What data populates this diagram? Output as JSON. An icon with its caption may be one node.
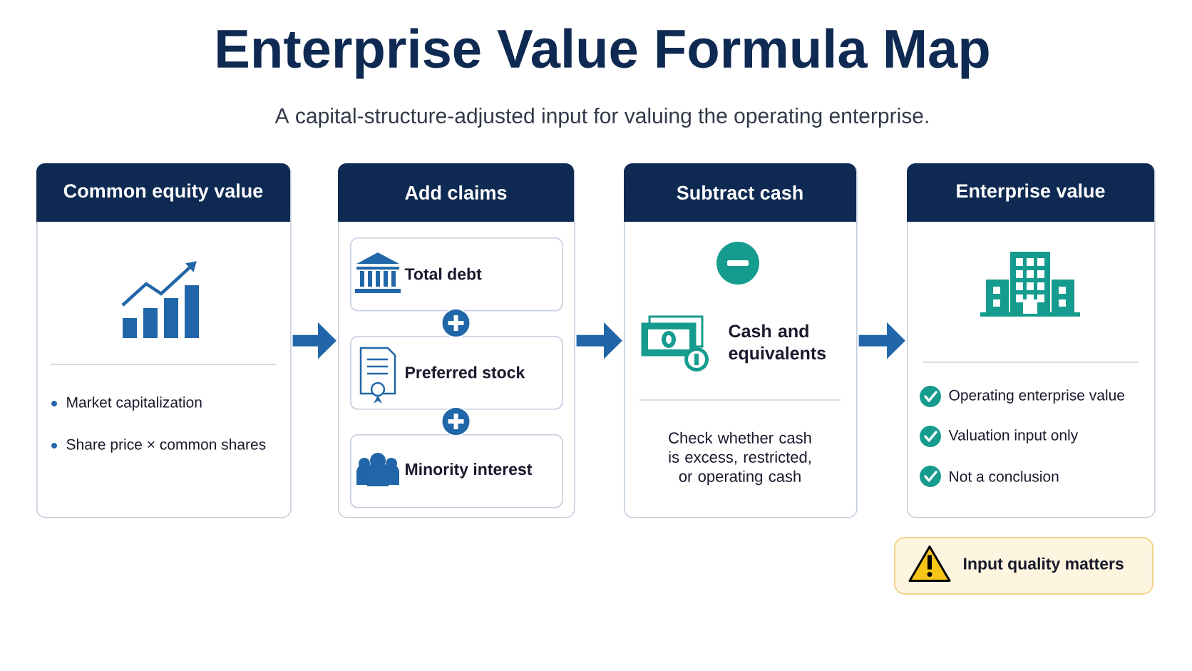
{
  "diagram": {
    "title": "Enterprise Value Formula Map",
    "caption": "A capital-structure-adjusted input for valuing the operating enterprise.",
    "nodes": [
      {
        "text": [
          "Common equity value",
          "Market capitalization",
          "Share price × common shares"
        ]
      },
      {
        "text": [
          "Add claims"
        ]
      },
      {
        "text": [
          "Total debt"
        ],
        "in": 1
      },
      {
        "text": [
          "Preferred stock"
        ],
        "in": 1
      },
      {
        "text": [
          "Minority interest"
        ],
        "in": 1
      },
      {
        "text": [
          "Subtract cash",
          "Cash and equivalents",
          "Check whether cash is excess, restricted, or operating cash"
        ]
      },
      {
        "text": [
          "Enterprise value",
          "Operating enterprise value",
          "Valuation input only",
          "Not a conclusion"
        ]
      },
      {
        "text": [
          "Input quality matters"
        ]
      }
    ],
    "edges": [
      {
        "from": 0,
        "to": 1,
        "arrow": "to"
      },
      {
        "from": 1,
        "to": 5,
        "arrow": "to"
      },
      {
        "from": 5,
        "to": 6,
        "arrow": "to"
      }
    ]
  }
}
